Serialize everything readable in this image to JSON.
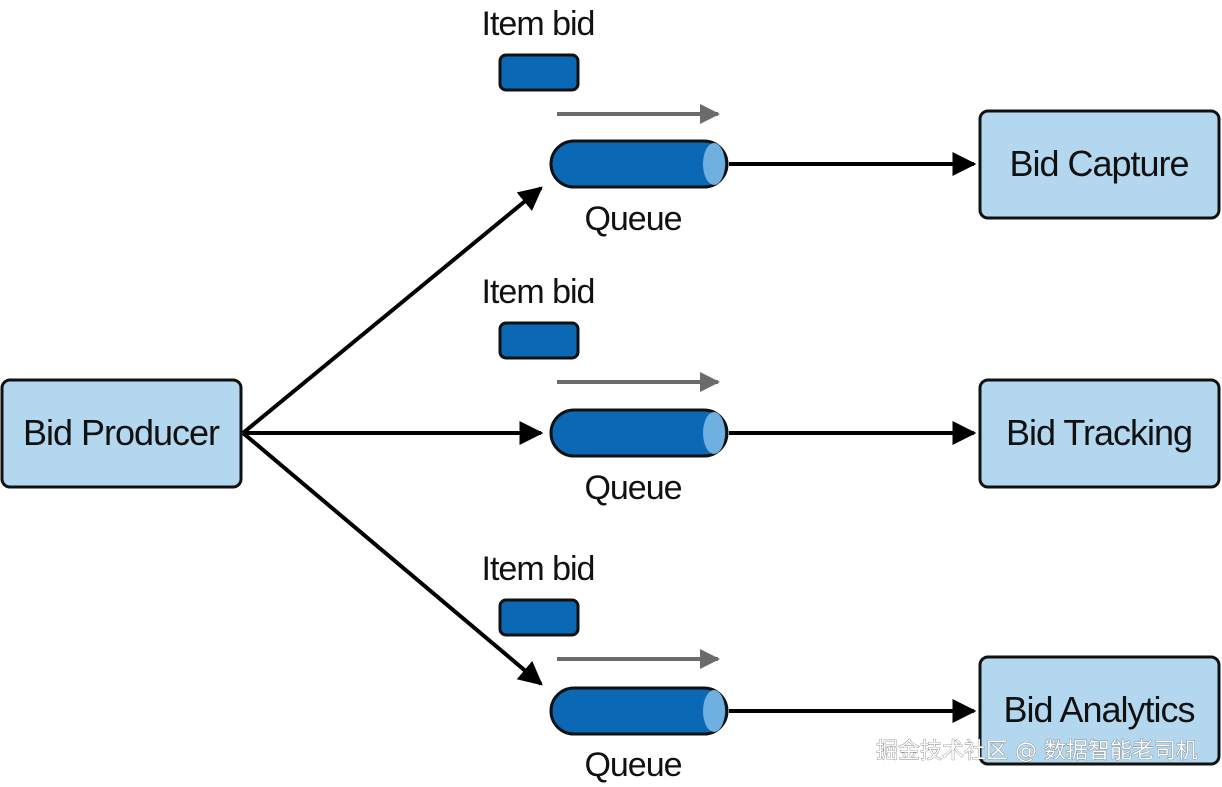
{
  "nodes": {
    "producer": "Bid Producer",
    "capture": "Bid Capture",
    "tracking": "Bid Tracking",
    "analytics": "Bid Analytics"
  },
  "lanes": [
    {
      "message_label": "Item bid",
      "queue_label": "Queue",
      "consumer": "Bid Capture"
    },
    {
      "message_label": "Item bid",
      "queue_label": "Queue",
      "consumer": "Bid Tracking"
    },
    {
      "message_label": "Item bid",
      "queue_label": "Queue",
      "consumer": "Bid Analytics"
    }
  ],
  "watermark": "掘金技术社区 @ 数据智能老司机",
  "colors": {
    "box_fill": "#b3d7ee",
    "queue_fill": "#0a68b5",
    "queue_cap": "#6fb0e0",
    "flow_arrow": "#6b6b6b",
    "edge": "#000000"
  }
}
